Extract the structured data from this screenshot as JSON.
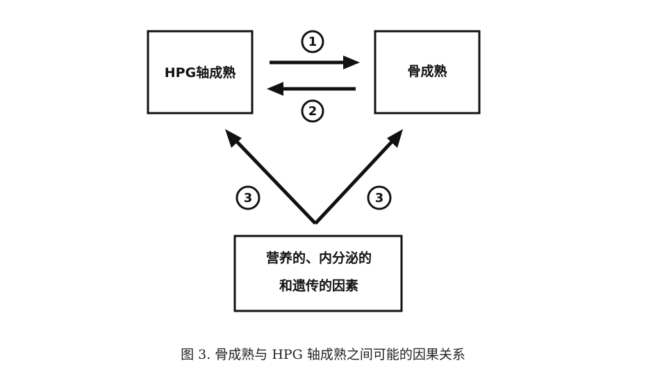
{
  "boxes": {
    "hpg": "HPG轴成熟",
    "bone": "骨成熟",
    "factors_line1": "营养的、内分泌的",
    "factors_line2": "和遗传的因素"
  },
  "markers": {
    "m1": "1",
    "m2": "2",
    "m3": "3"
  },
  "caption": "图 3. 骨成熟与 HPG 轴成熟之间可能的因果关系"
}
